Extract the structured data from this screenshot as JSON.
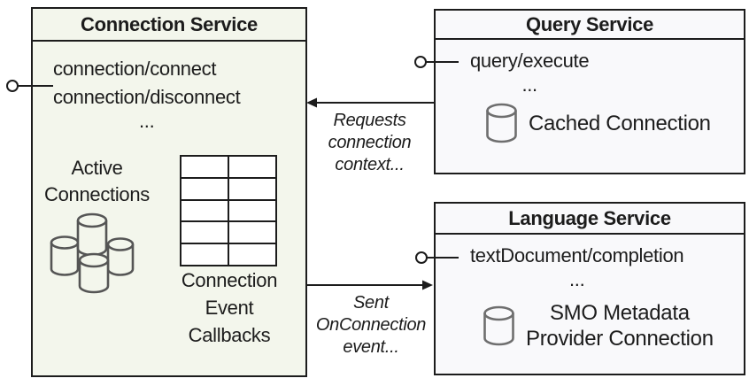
{
  "connection_service": {
    "title": "Connection Service",
    "methods": [
      "connection/connect",
      "connection/disconnect"
    ],
    "ellipsis": "...",
    "active_connections": [
      "Active",
      "Connections"
    ],
    "callbacks_label": [
      "Connection",
      "Event",
      "Callbacks"
    ],
    "table_icon": {
      "rows": 5,
      "cols": 2
    }
  },
  "query_service": {
    "title": "Query Service",
    "method": "query/execute",
    "ellipsis": "...",
    "cached_connection": "Cached Connection"
  },
  "language_service": {
    "title": "Language Service",
    "method": "textDocument/completion",
    "ellipsis": "...",
    "smo_connection": [
      "SMO Metadata",
      "Provider Connection"
    ]
  },
  "arrows": {
    "requests_label": [
      "Requests",
      "connection",
      "context..."
    ],
    "sent_label": [
      "Sent",
      "OnConnection",
      "event..."
    ]
  },
  "colors": {
    "connection_bg": "#f3f6ec",
    "service_bg": "#f9f9fb",
    "line": "#1c1c1c",
    "cylinder_cluster_stroke": "#555555",
    "cylinder_single_stroke": "#6e6e6e"
  }
}
